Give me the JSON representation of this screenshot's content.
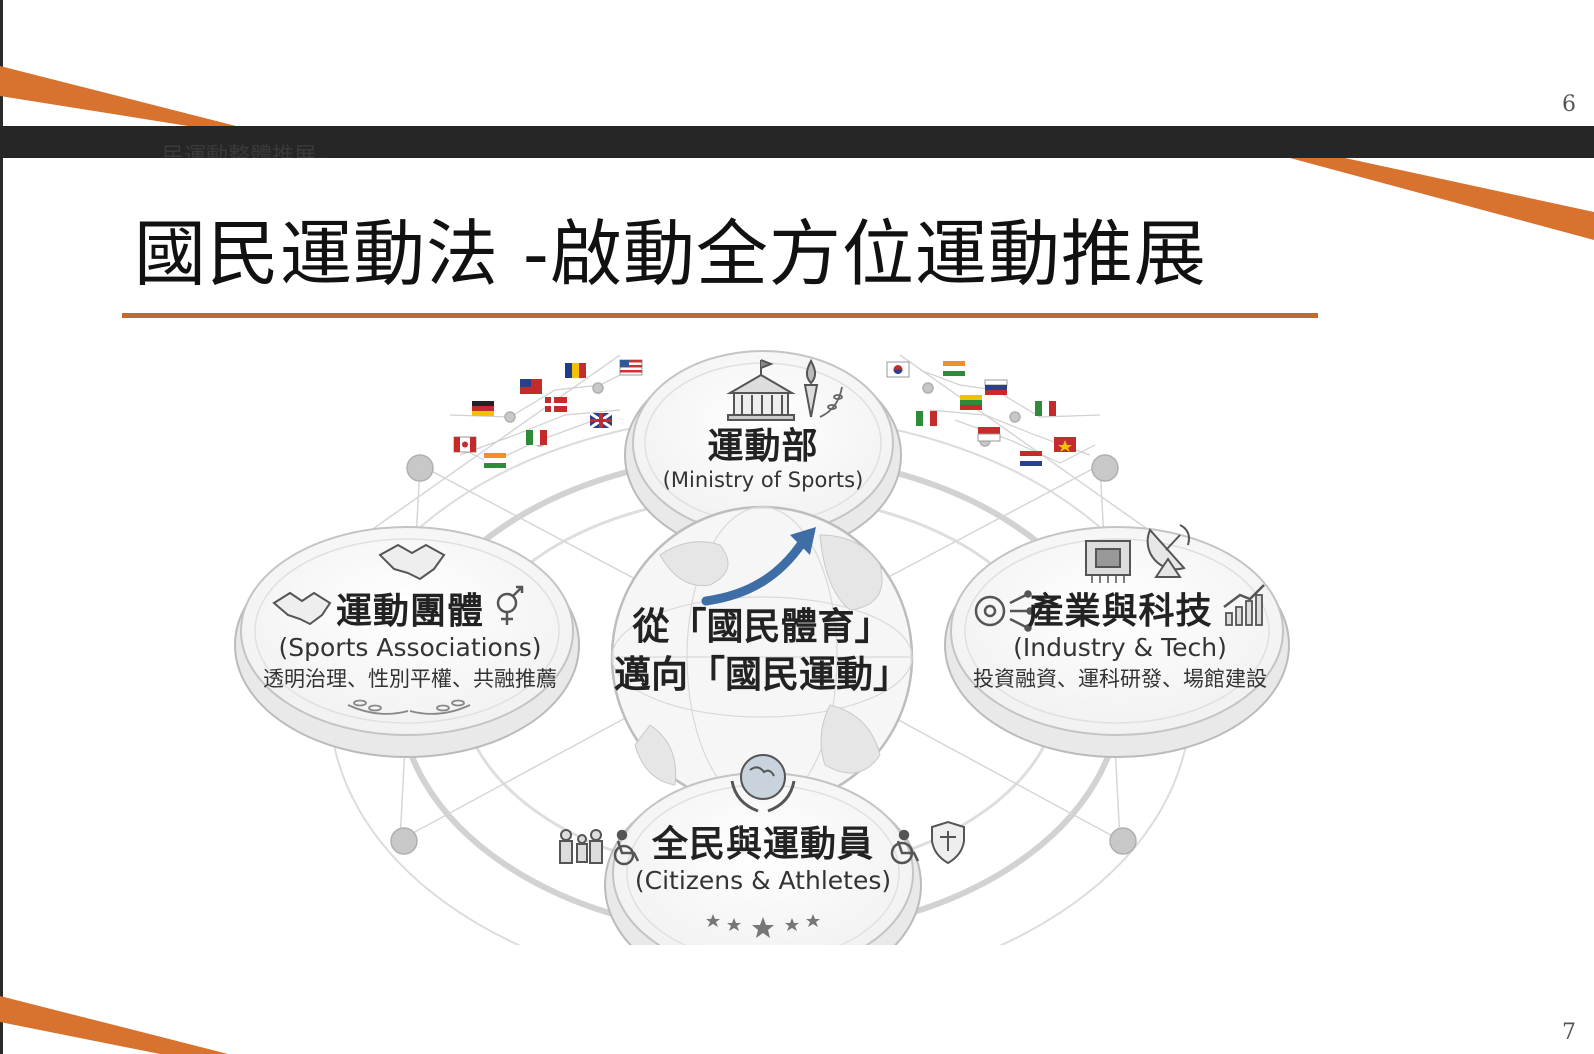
{
  "page": {
    "prev_slide_number": "6",
    "next_slide_number": "7",
    "prev_slide_fragment": "民運動整體推展。",
    "accent_color": "#d7722f",
    "rule_color": "#c26a2e"
  },
  "slide": {
    "title": "國民運動法 -啟動全方位運動推展"
  },
  "diagram": {
    "top": {
      "zh": "運動部",
      "en": "(Ministry of Sports)",
      "icons": [
        "government-building-icon",
        "torch-icon",
        "laurel-icon"
      ]
    },
    "left": {
      "zh": "運動團體",
      "en": "(Sports Associations)",
      "desc": "透明治理、性別平權、共融推薦",
      "icons": [
        "handshake-icon",
        "gender-equality-icon",
        "laurel-wreath-icon"
      ]
    },
    "center": {
      "line1": "從「國民體育」",
      "line2": "邁向「國民運動」",
      "icons": [
        "globe-icon",
        "growth-arrow-icon"
      ]
    },
    "right": {
      "zh": "產業與科技",
      "en": "(Industry & Tech)",
      "desc": "投資融資、運科研發、場館建設",
      "icons": [
        "microchip-icon",
        "satellite-dish-icon",
        "gear-network-icon",
        "growth-chart-icon"
      ]
    },
    "bottom": {
      "zh": "全民與運動員",
      "en": "(Citizens & Athletes)",
      "icons": [
        "hands-globe-icon",
        "family-icon",
        "wheelchair-icon",
        "shield-scale-icon",
        "stars-icon"
      ]
    },
    "flags_left": [
      "flag-usa-icon",
      "flag-romania-icon",
      "flag-taiwan-icon",
      "flag-germany-icon",
      "flag-denmark-icon",
      "flag-uk-icon",
      "flag-canada-icon",
      "flag-india-icon",
      "flag-italy-icon"
    ],
    "flags_right": [
      "flag-korea-icon",
      "flag-india-icon",
      "flag-russia-icon",
      "flag-mexico-icon",
      "flag-myanmar-icon",
      "flag-italy-icon",
      "flag-indonesia-icon",
      "flag-netherlands-icon",
      "flag-vietnam-icon"
    ]
  }
}
